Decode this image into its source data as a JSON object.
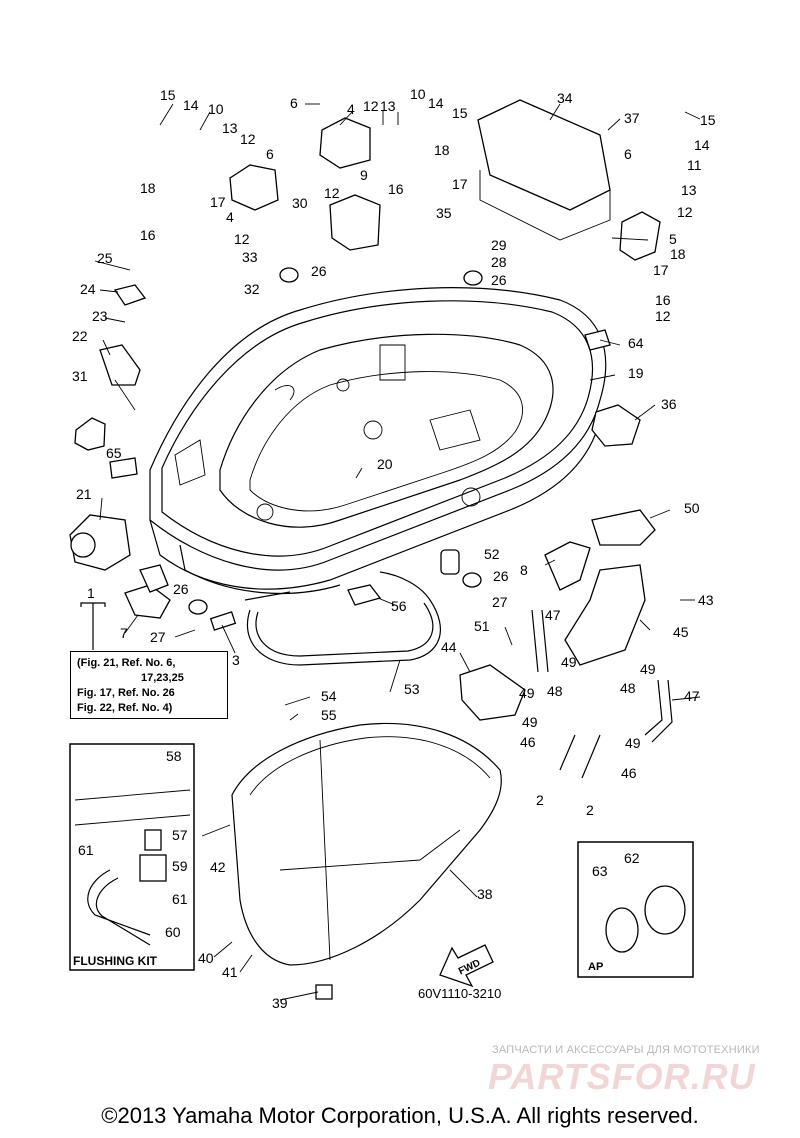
{
  "diagram": {
    "drawing_number": "60V1110-3210",
    "callouts": [
      "1",
      "2",
      "3",
      "4",
      "5",
      "6",
      "7",
      "8",
      "9",
      "10",
      "11",
      "12",
      "13",
      "14",
      "15",
      "16",
      "17",
      "18",
      "19",
      "20",
      "21",
      "22",
      "23",
      "24",
      "25",
      "26",
      "27",
      "28",
      "29",
      "30",
      "31",
      "32",
      "33",
      "34",
      "35",
      "36",
      "37",
      "38",
      "39",
      "40",
      "41",
      "42",
      "43",
      "44",
      "45",
      "46",
      "47",
      "48",
      "49",
      "50",
      "51",
      "52",
      "53",
      "54",
      "55",
      "56",
      "57",
      "58",
      "59",
      "60",
      "61",
      "62",
      "63",
      "64",
      "65"
    ],
    "forward_arrow_label": "FWD"
  },
  "reference_note": {
    "lines": [
      "(Fig. 21, Ref. No. 6,",
      "17,23,25",
      "Fig. 17, Ref. No. 26",
      "Fig. 22, Ref. No. 4)"
    ]
  },
  "flushing_kit": {
    "title": "FLUSHING KIT"
  },
  "ap_box": {
    "title": "AP"
  },
  "watermark": {
    "caption": "ЗАПЧАСТИ И АКСЕССУАРЫ ДЛЯ МОТОТЕХНИКИ",
    "logo": "PARTSFOR.RU"
  },
  "footer": {
    "copyright": "©2013 Yamaha Motor Corporation, U.S.A. All rights reserved."
  }
}
